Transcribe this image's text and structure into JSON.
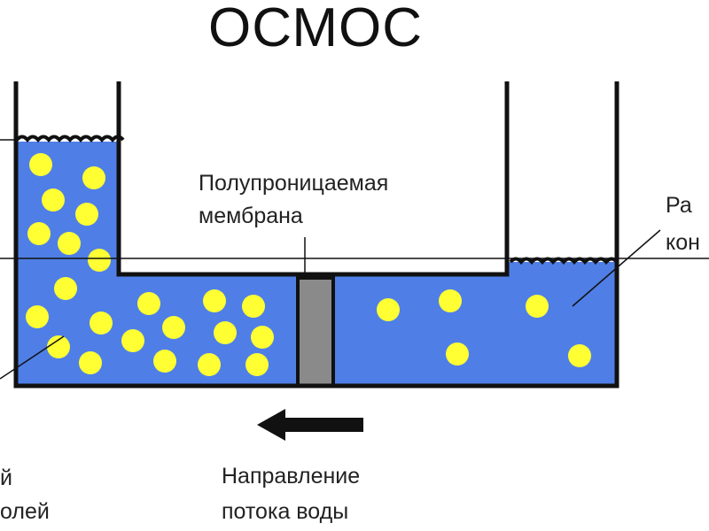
{
  "diagram": {
    "title": "ОСМОС",
    "membrane_label": [
      "Полупроницаемая",
      "мембрана"
    ],
    "right_label": [
      "Ра",
      "кон"
    ],
    "left_label": [
      "й",
      "олей"
    ],
    "flow_label": [
      "Направление",
      "потока воды"
    ],
    "colors": {
      "water": "#4f7fe6",
      "particle": "#ffff33",
      "membrane": "#8a8a8a",
      "wall": "#111111",
      "arrow": "#111111"
    },
    "icons": {
      "flow_arrow": "arrow-left-icon"
    }
  }
}
